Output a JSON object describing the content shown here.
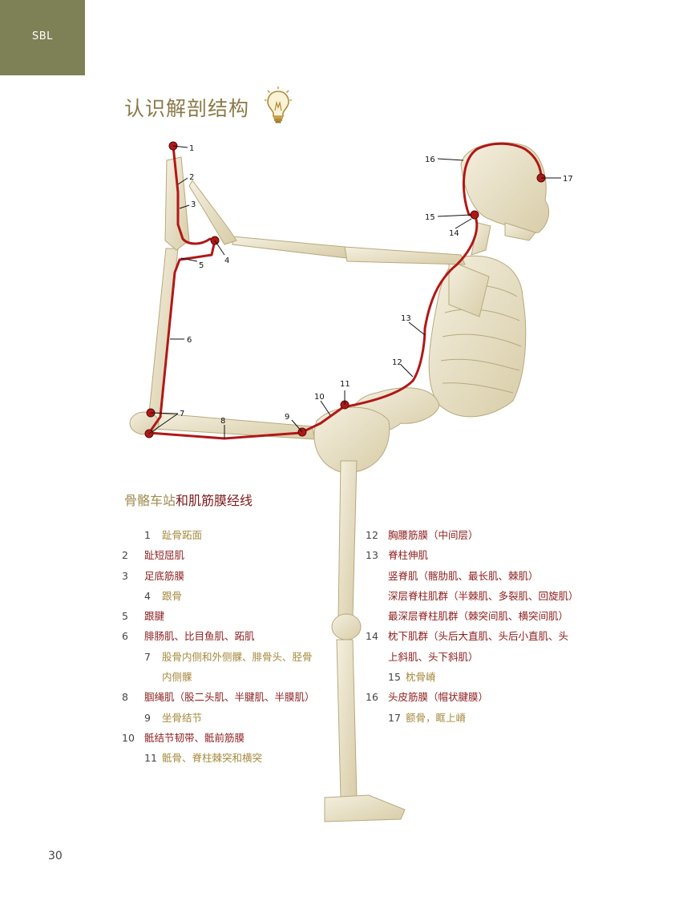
{
  "header": {
    "tab_label": "SBL",
    "title": "认识解剖结构"
  },
  "icons": {
    "bulb": "lightbulb-icon"
  },
  "colors": {
    "line": "#b01818",
    "tab": "#7e8056",
    "maroon": "#8a1c1c",
    "gold": "#a58a3e"
  },
  "figure": {
    "callouts": [
      "1",
      "2",
      "3",
      "4",
      "5",
      "6",
      "7",
      "8",
      "9",
      "10",
      "11",
      "12",
      "13",
      "14",
      "15",
      "16",
      "17"
    ]
  },
  "section": {
    "title_part1": "骨骼车站",
    "title_part2": "和肌筋膜经线"
  },
  "legend_left": [
    {
      "num": "1",
      "text": "趾骨跖面",
      "type": "station"
    },
    {
      "num": "2",
      "text": "趾短屈肌",
      "type": "track"
    },
    {
      "num": "3",
      "text": "足底筋膜",
      "type": "track"
    },
    {
      "num": "4",
      "text": "跟骨",
      "type": "station"
    },
    {
      "num": "5",
      "text": "跟腱",
      "type": "track"
    },
    {
      "num": "6",
      "text": "腓肠肌、比目鱼肌、跖肌",
      "type": "track"
    },
    {
      "num": "7",
      "text": "股骨内侧和外侧髁、腓骨头、胫骨",
      "type": "station"
    },
    {
      "num": "",
      "text": "内侧髁",
      "type": "station-cont"
    },
    {
      "num": "8",
      "text": "腘绳肌（股二头肌、半腱肌、半膜肌）",
      "type": "track"
    },
    {
      "num": "9",
      "text": "坐骨结节",
      "type": "station"
    },
    {
      "num": "10",
      "text": "骶结节韧带、骶前筋膜",
      "type": "track"
    },
    {
      "num": "11",
      "text": "骶骨、脊柱棘突和横突",
      "type": "station"
    }
  ],
  "legend_right": [
    {
      "num": "12",
      "text": "胸腰筋膜（中间层）",
      "type": "track"
    },
    {
      "num": "13",
      "text": "脊柱伸肌",
      "type": "track"
    },
    {
      "num": "",
      "text": "竖脊肌（髂肋肌、最长肌、棘肌）",
      "type": "track-cont"
    },
    {
      "num": "",
      "text": "深层脊柱肌群（半棘肌、多裂肌、回旋肌）",
      "type": "track-cont"
    },
    {
      "num": "",
      "text": "最深层脊柱肌群（棘突间肌、横突间肌）",
      "type": "track-cont"
    },
    {
      "num": "14",
      "text": "枕下肌群（头后大直肌、头后小直肌、头",
      "type": "track"
    },
    {
      "num": "",
      "text": "上斜肌、头下斜肌）",
      "type": "track-cont"
    },
    {
      "num": "15",
      "text": "枕骨嵴",
      "type": "station"
    },
    {
      "num": "16",
      "text": "头皮筋膜（帽状腱膜）",
      "type": "track"
    },
    {
      "num": "17",
      "text": "额骨，眶上嵴",
      "type": "station"
    }
  ],
  "footer": {
    "page_number": "30"
  }
}
